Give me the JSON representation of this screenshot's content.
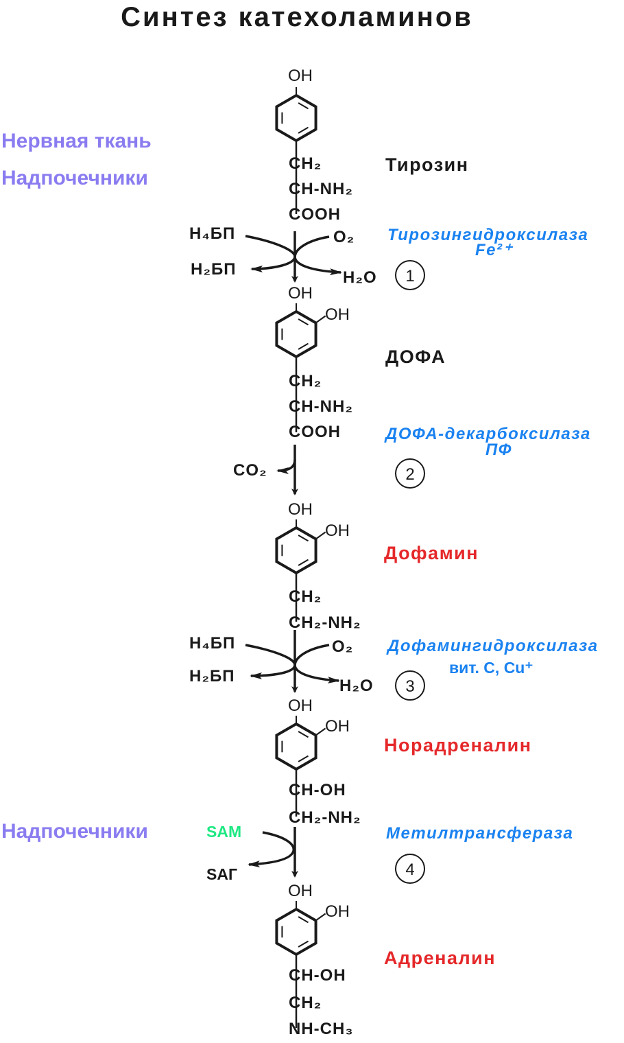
{
  "title": "Синтез катехоламинов",
  "colors": {
    "tissue": "#8a7cf0",
    "enzyme": "#1a82f0",
    "product": "#e5282a",
    "sam": "#1ee882",
    "text": "#1a1a1a"
  },
  "tissues": {
    "top1": "Нервная ткань",
    "top2": "Надпочечники",
    "bottom": "Надпочечники"
  },
  "compounds": {
    "tyrosine": {
      "name": "Тирозин",
      "oh": "OH",
      "c1": "CH₂",
      "c2": "CH-NH₂",
      "c3": "COOH"
    },
    "dopa": {
      "name": "ДОФА",
      "oh1": "OH",
      "oh2": "OH",
      "c1": "CH₂",
      "c2": "CH-NH₂",
      "c3": "COOH"
    },
    "dopamine": {
      "name": "Дофамин",
      "oh1": "OH",
      "oh2": "OH",
      "c1": "CH₂",
      "c2": "CH₂-NH₂"
    },
    "noradrenaline": {
      "name": "Норадреналин",
      "oh1": "OH",
      "oh2": "OH",
      "c1": "CH-OH",
      "c2": "CH₂-NH₂"
    },
    "adrenaline": {
      "name": "Адреналин",
      "oh1": "OH",
      "oh2": "OH",
      "c1": "CH-OH",
      "c2": "CH₂",
      "c3": "NH-CH₃"
    }
  },
  "steps": [
    {
      "number": "1",
      "enzyme": "Тирозингидроксилаза",
      "cofactor": "Fe²⁺",
      "in_left": "H₄БП",
      "out_left": "H₂БП",
      "in_right": "O₂",
      "out_right": "H₂O"
    },
    {
      "number": "2",
      "enzyme": "ДОФА-декарбоксилаза",
      "cofactor": "ПФ",
      "out_left": "CO₂"
    },
    {
      "number": "3",
      "enzyme": "Дофамингидроксилаза",
      "cofactor": "вит. C, Cu⁺",
      "in_left": "H₄БП",
      "out_left": "H₂БП",
      "in_right": "O₂",
      "out_right": "H₂O"
    },
    {
      "number": "4",
      "enzyme": "Метилтрансфераза",
      "in_left": "SAM",
      "out_left": "SAГ"
    }
  ]
}
